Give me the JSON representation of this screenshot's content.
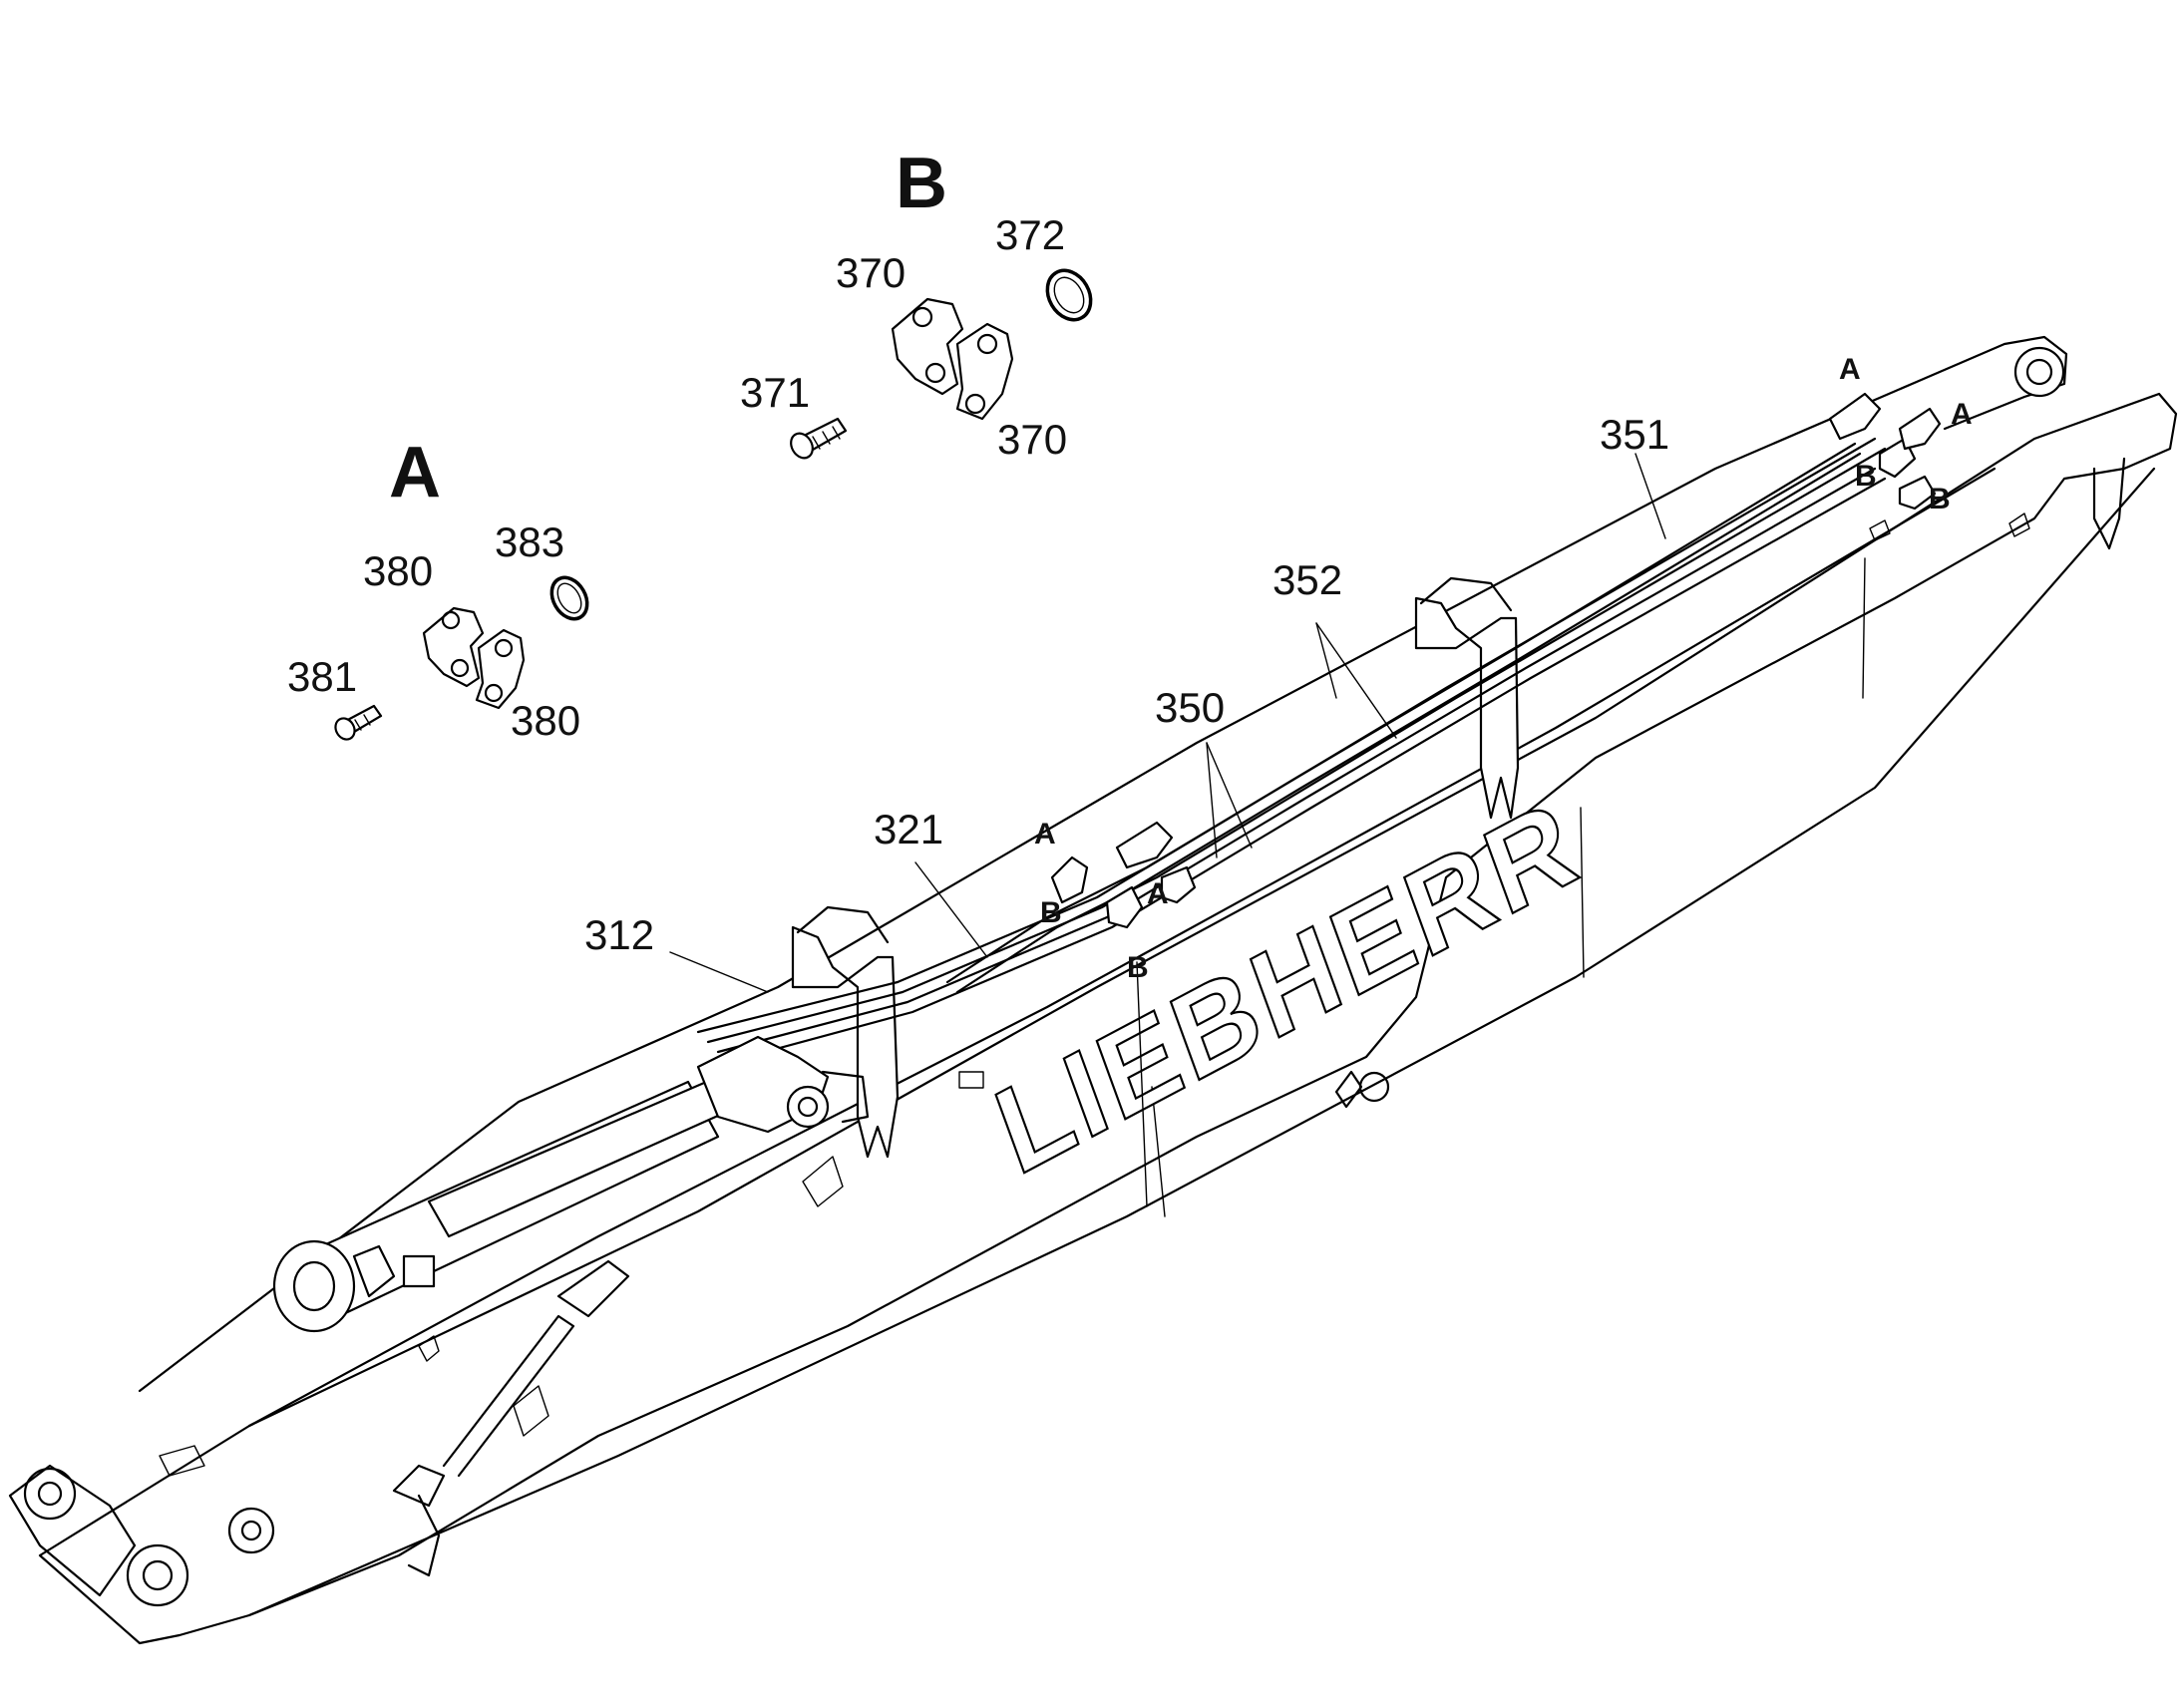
{
  "detail_views": {
    "a": {
      "title": "A",
      "parts": {
        "clamp_upper": "380",
        "oring": "383",
        "bolt": "381",
        "clamp_lower": "380"
      }
    },
    "b": {
      "title": "B",
      "parts": {
        "clamp_upper": "370",
        "oring": "372",
        "bolt": "371",
        "clamp_lower": "370"
      }
    }
  },
  "boom": {
    "brand": "LIEBHERR",
    "callouts": {
      "c312": "312",
      "c321": "321",
      "c350": "350",
      "c352": "352",
      "c351": "351"
    },
    "connection_markers": {
      "mid_a1": "A",
      "mid_a2": "A",
      "mid_b1": "B",
      "mid_b2": "B",
      "tip_a1": "A",
      "tip_a2": "A",
      "tip_b1": "B",
      "tip_b2": "B"
    }
  }
}
